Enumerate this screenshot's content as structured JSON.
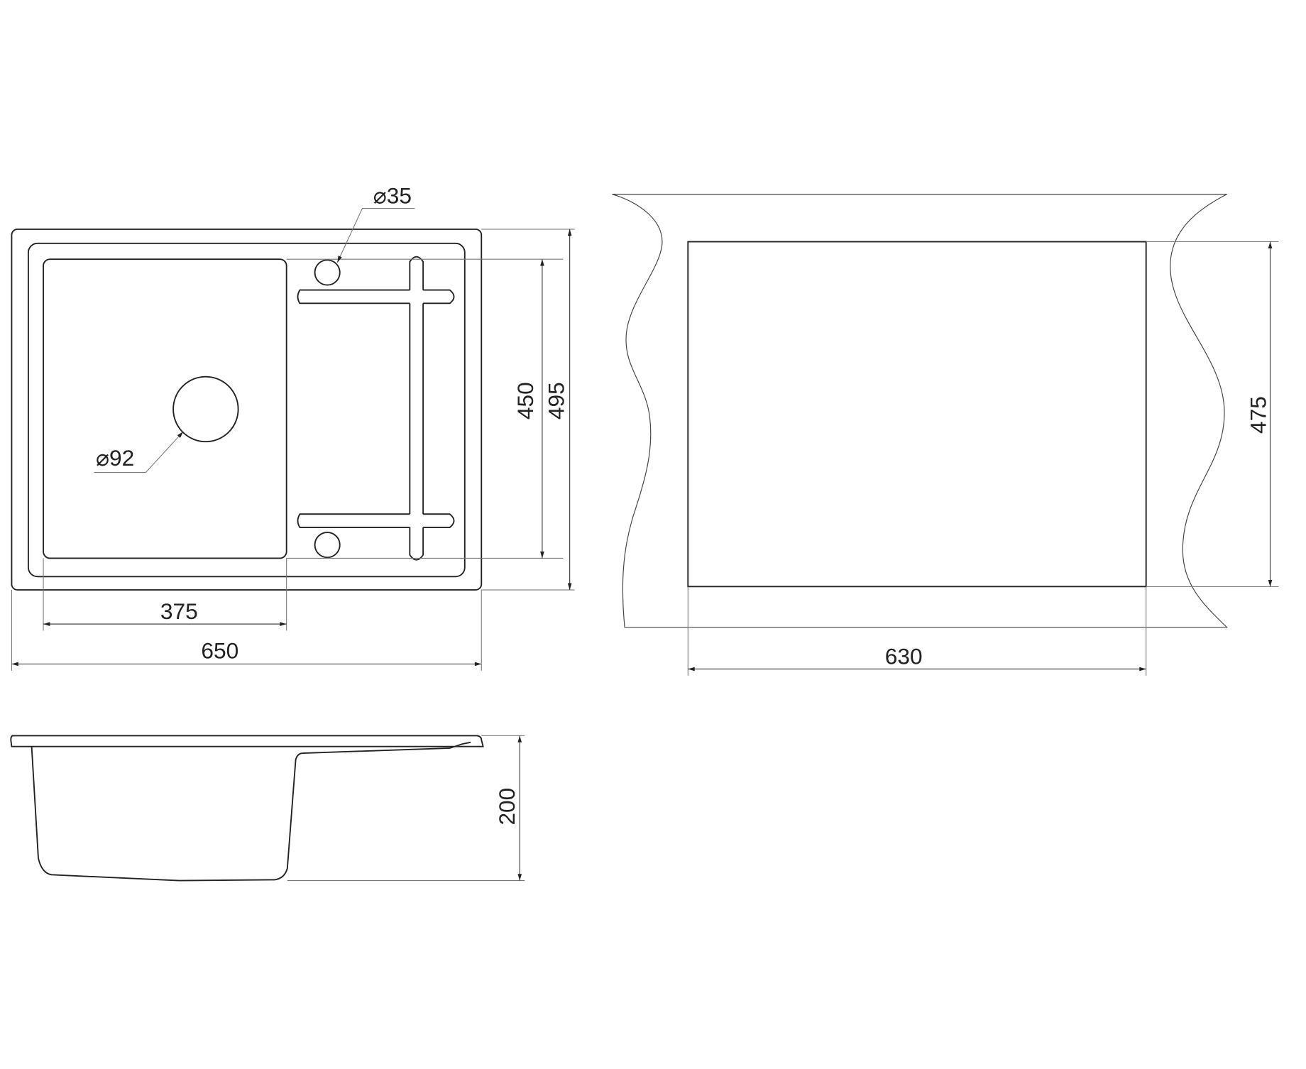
{
  "drawing": {
    "top_view": {
      "width_overall": "650",
      "bowl_width": "375",
      "bowl_depth": "450",
      "depth_overall": "495",
      "tap_hole": "⌀35",
      "drain_hole": "⌀92"
    },
    "cutout": {
      "width": "630",
      "depth": "475"
    },
    "side_view": {
      "height": "200"
    }
  }
}
